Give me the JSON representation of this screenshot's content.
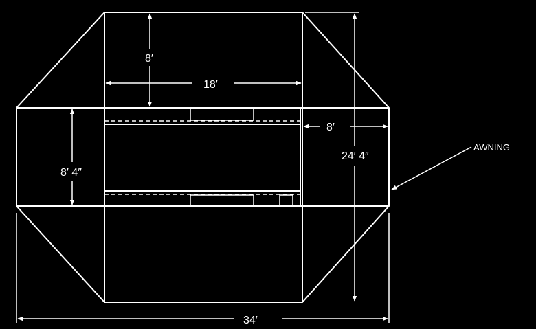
{
  "colors": {
    "background": "#000000",
    "line": "#ffffff"
  },
  "dimensions": {
    "awning_depth_top": "8′",
    "trailer_length": "18′",
    "trailer_width": "8′ 4″",
    "awning_depth_side": "8′",
    "overall_depth": "24′ 4″",
    "overall_width": "34′"
  },
  "callouts": {
    "awning": "AWNING"
  }
}
